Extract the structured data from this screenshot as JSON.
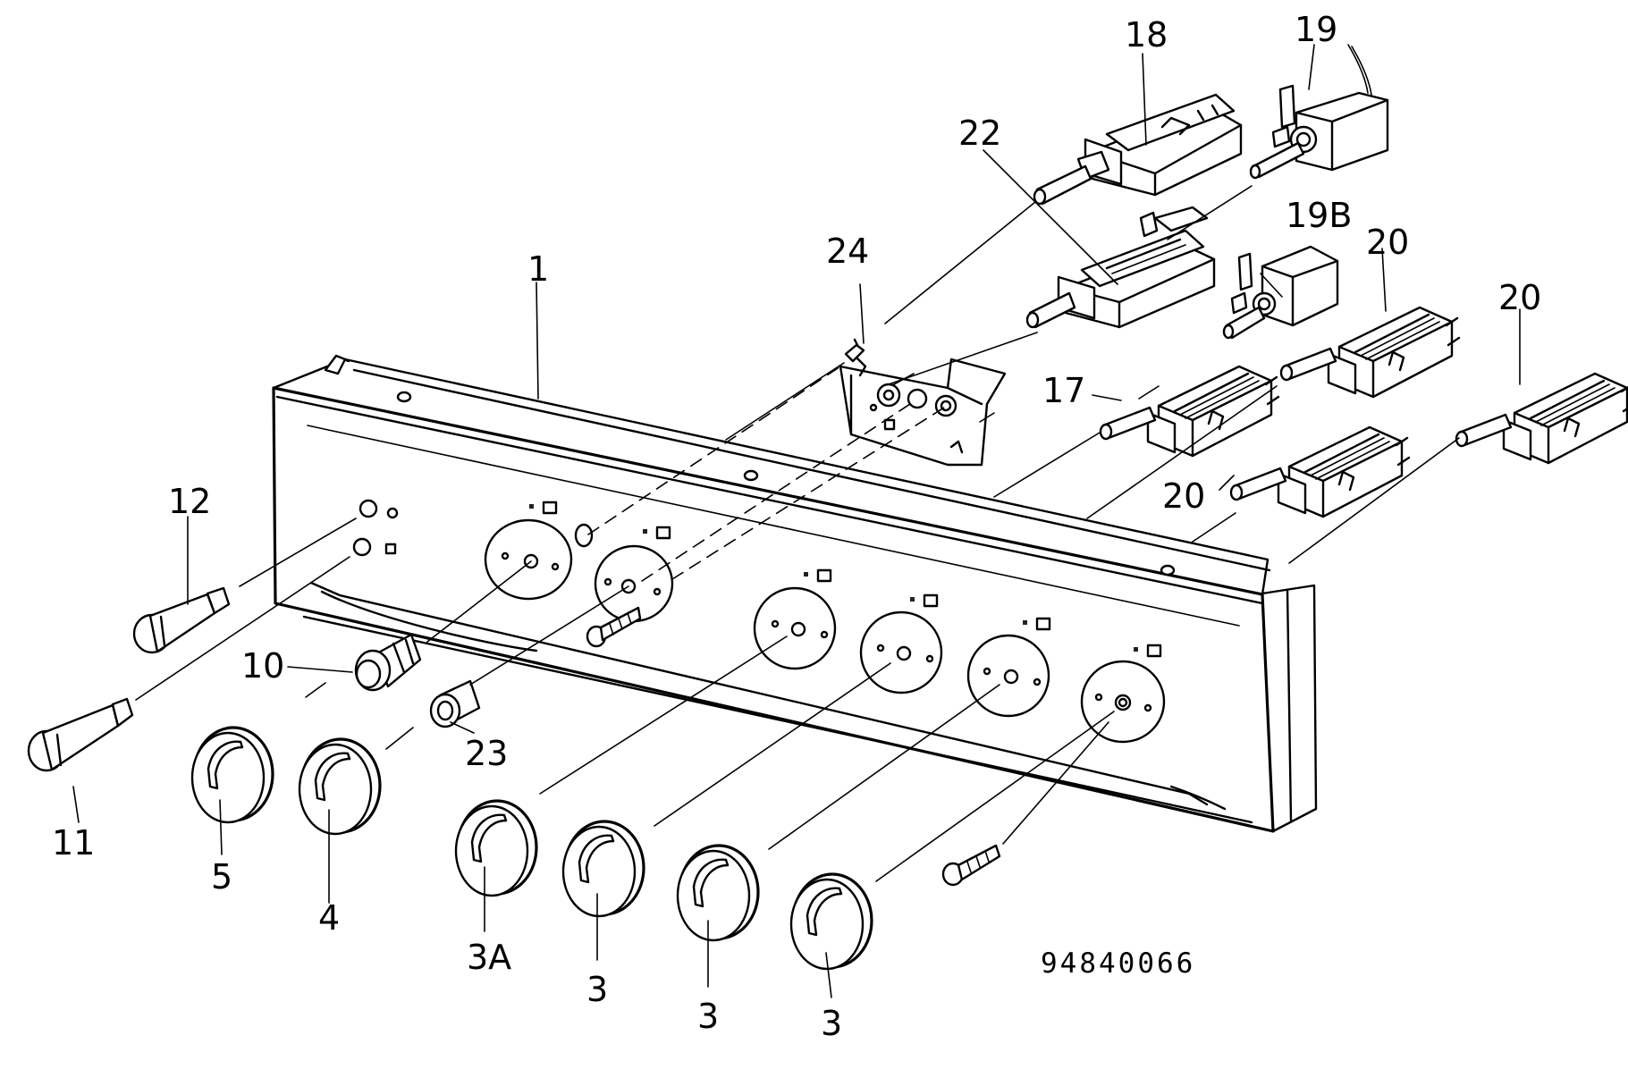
{
  "labels": {
    "l1": "1",
    "l3a": "3A",
    "l3b": "3",
    "l3c": "3",
    "l3d": "3",
    "l4": "4",
    "l5": "5",
    "l10": "10",
    "l11": "11",
    "l12": "12",
    "l17": "17",
    "l18": "18",
    "l19": "19",
    "l19b": "19B",
    "l20a": "20",
    "l20b": "20",
    "l20c": "20",
    "l22": "22",
    "l23": "23",
    "l24": "24"
  },
  "drawing_number": "94840066"
}
